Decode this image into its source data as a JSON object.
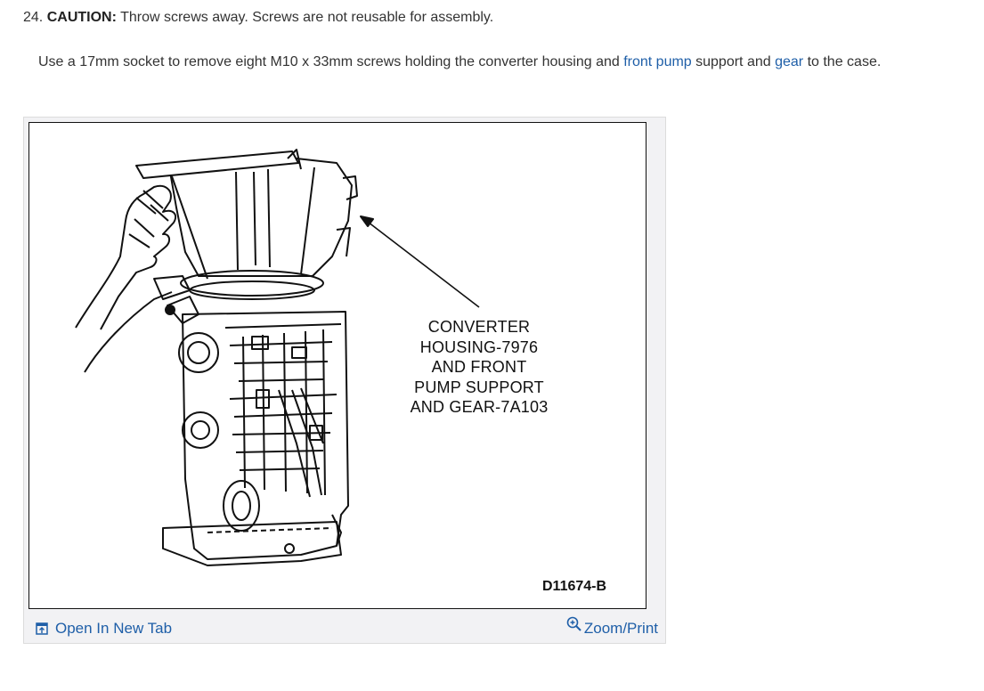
{
  "step": {
    "number": "24.",
    "caution_label": "CAUTION:",
    "caution_text": " Throw screws away. Screws are not reusable for assembly."
  },
  "instruction": {
    "part1": "Use a 17mm socket to remove eight M10 x 33mm screws holding the converter housing and ",
    "link1": "front pump",
    "part2": " support and ",
    "link2": "gear",
    "part3": " to the case."
  },
  "figure": {
    "callout_lines": [
      "CONVERTER",
      "HOUSING-7976",
      "AND FRONT",
      "PUMP SUPPORT",
      "AND GEAR-7A103"
    ],
    "figure_id": "D11674-B"
  },
  "footer": {
    "open_tab_label": "Open In New Tab",
    "zoom_label": "Zoom/Print",
    "open_tab_icon": "open-in-new-tab-icon",
    "zoom_icon": "zoom-in-icon"
  },
  "colors": {
    "link": "#1f5fa8",
    "text": "#333333"
  }
}
